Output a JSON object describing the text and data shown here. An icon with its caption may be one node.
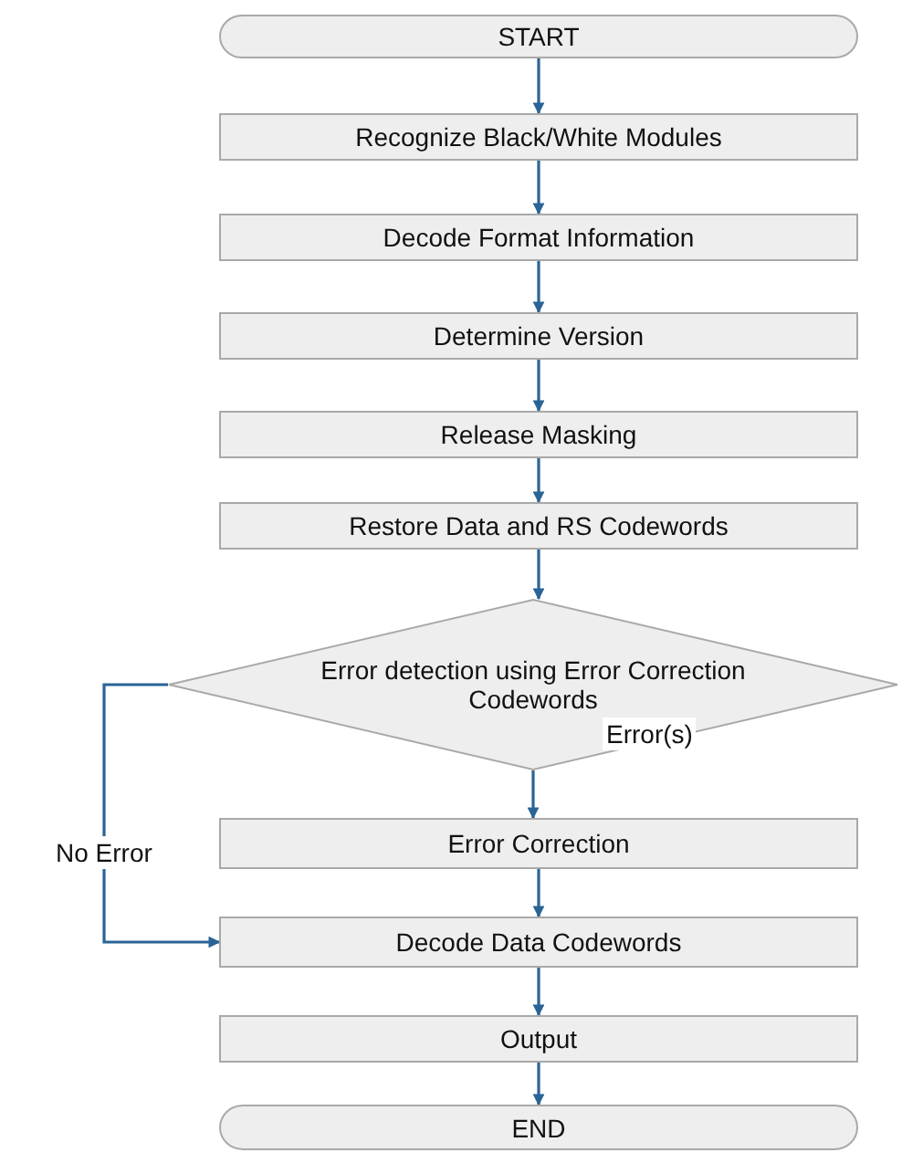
{
  "diagram": {
    "nodes": [
      {
        "text": [
          "START"
        ]
      },
      {
        "text": [
          "Recognize Black/White Modules"
        ]
      },
      {
        "text": [
          "Decode Format Information"
        ]
      },
      {
        "text": [
          "Determine Version"
        ]
      },
      {
        "text": [
          "Release Masking"
        ]
      },
      {
        "text": [
          "Restore Data and RS Codewords"
        ]
      },
      {
        "text": [
          "Error detection using Error Correction Codewords"
        ]
      },
      {
        "text": [
          "Error Correction"
        ]
      },
      {
        "text": [
          "Decode Data Codewords"
        ]
      },
      {
        "text": [
          "Output"
        ]
      },
      {
        "text": [
          "END"
        ]
      }
    ],
    "edges": [
      {
        "from": 0,
        "to": 1,
        "arrow": "to"
      },
      {
        "from": 1,
        "to": 2,
        "arrow": "to"
      },
      {
        "from": 2,
        "to": 3,
        "arrow": "to"
      },
      {
        "from": 3,
        "to": 4,
        "arrow": "to"
      },
      {
        "from": 4,
        "to": 5,
        "arrow": "to"
      },
      {
        "from": 5,
        "to": 6,
        "arrow": "to"
      },
      {
        "from": 6,
        "to": 7,
        "arrow": "to",
        "label": "Error(s)"
      },
      {
        "from": 6,
        "to": 8,
        "arrow": "to",
        "label": "No Error"
      },
      {
        "from": 7,
        "to": 8,
        "arrow": "to"
      },
      {
        "from": 8,
        "to": 9,
        "arrow": "to"
      },
      {
        "from": 9,
        "to": 10,
        "arrow": "to"
      }
    ]
  }
}
